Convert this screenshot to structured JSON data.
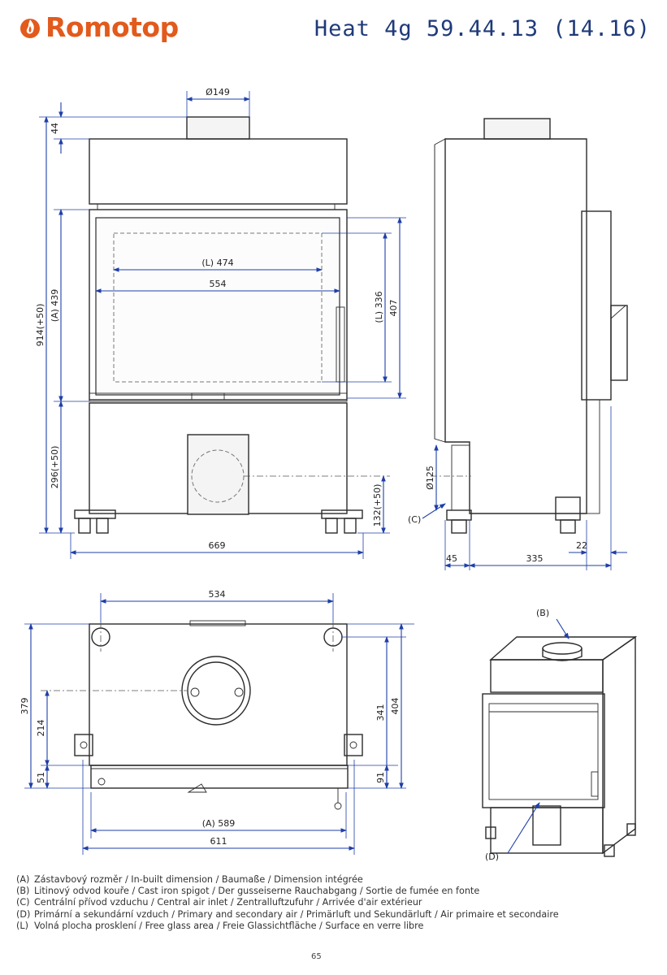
{
  "header": {
    "brand": "Romotop",
    "model": "Heat 4g 59.44.13 (14.16)"
  },
  "colors": {
    "brand": "#e25a1c",
    "title": "#1f3a7a",
    "dimension": "#1f3fa8",
    "outline": "#2b2b2b"
  },
  "icons": {
    "logo": "flame-icon"
  },
  "front_view": {
    "flue_diameter": "Ø149",
    "top_offset": "44",
    "total_height": "914(+50)",
    "inbuilt_height": "(A) 439",
    "bottom_height": "296(+50)",
    "glass_width": "(L) 474",
    "door_width": "554",
    "glass_height": "(L) 336",
    "door_height": "407",
    "air_inlet_height": "132(+50)",
    "total_width": "669"
  },
  "side_view": {
    "air_inlet_diameter": "Ø125",
    "air_inlet_label": "(C)",
    "front_offset": "45",
    "depth": "335",
    "back_offset": "22"
  },
  "top_view": {
    "hole_spacing": "534",
    "total_depth": "379",
    "hole_depth": "341",
    "rear_depth": "404",
    "flue_offset": "214",
    "front_offset_left": "51",
    "front_offset_right": "91",
    "inbuilt_width": "(A) 589",
    "total_width": "611"
  },
  "perspective_view": {
    "flue_label": "(B)",
    "air_label": "(D)"
  },
  "legend": [
    {
      "key": "(A)",
      "text": "Zástavbový rozměr / In-built dimension / Baumaße / Dimension intégrée"
    },
    {
      "key": "(B)",
      "text": "Litinový odvod kouře / Cast iron spigot / Der gusseiserne Rauchabgang / Sortie de fumée en fonte"
    },
    {
      "key": "(C)",
      "text": "Centrální přívod vzduchu / Central air inlet / Zentralluftzufuhr / Arrivée d'air extérieur"
    },
    {
      "key": "(D)",
      "text": "Primární a sekundární vzduch / Primary and secondary air / Primärluft und Sekundärluft / Air primaire et secondaire"
    },
    {
      "key": "(L)",
      "text": "Volná plocha prosklení / Free glass area / Freie Glassichtfläche / Surface en verre libre"
    }
  ],
  "page_number": "65"
}
